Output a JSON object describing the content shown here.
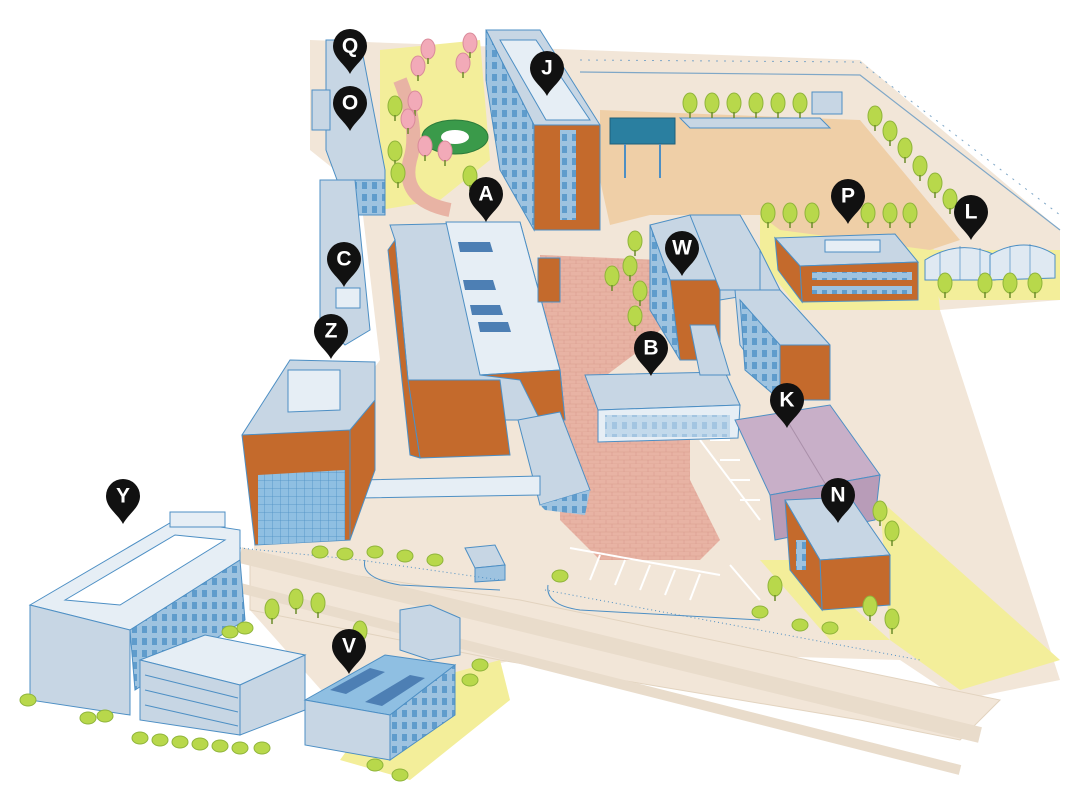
{
  "colors": {
    "ground": "#f2e6d8",
    "lawn": "#f3ee9a",
    "brick_plaza": "#e8b3a4",
    "field": "#efcfa7",
    "roof": "#c7d6e4",
    "roof_light": "#e6eef5",
    "wall_blue": "#9ec3e0",
    "wall_orange": "#c46a2c",
    "outline": "#4d8fc4",
    "tree": "#b8d84b",
    "tree_pink": "#f2aab8",
    "gym_roof": "#c8afc8",
    "court": "#2a7fa0",
    "pin": "#111111",
    "pin_text": "#ffffff"
  },
  "markers": {
    "A": "A",
    "B": "B",
    "C": "C",
    "J": "J",
    "K": "K",
    "L": "L",
    "N": "N",
    "O": "O",
    "P": "P",
    "Q": "Q",
    "V": "V",
    "W": "W",
    "Y": "Y",
    "Z": "Z"
  }
}
